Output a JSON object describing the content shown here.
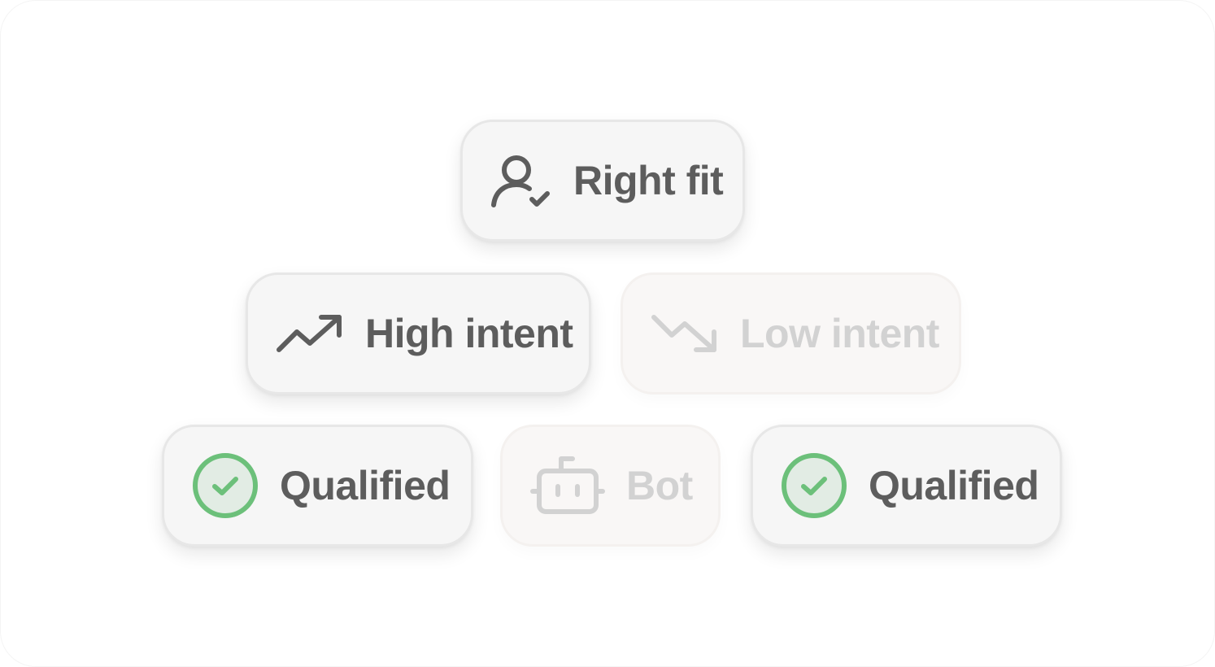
{
  "colors": {
    "active_text": "#5d5d5d",
    "muted_text": "#d2d2d2",
    "qualified_green": "#6cc07a",
    "qualified_fill": "#e2ece4"
  },
  "chips": {
    "right_fit": {
      "label": "Right fit",
      "icon": "user-check-icon",
      "state": "active"
    },
    "high_intent": {
      "label": "High intent",
      "icon": "trend-up-icon",
      "state": "active"
    },
    "low_intent": {
      "label": "Low intent",
      "icon": "trend-down-icon",
      "state": "muted"
    },
    "qualified_1": {
      "label": "Qualified",
      "icon": "check-circle-icon",
      "state": "active"
    },
    "bot": {
      "label": "Bot",
      "icon": "robot-icon",
      "state": "muted"
    },
    "qualified_2": {
      "label": "Qualified",
      "icon": "check-circle-icon",
      "state": "active"
    }
  }
}
